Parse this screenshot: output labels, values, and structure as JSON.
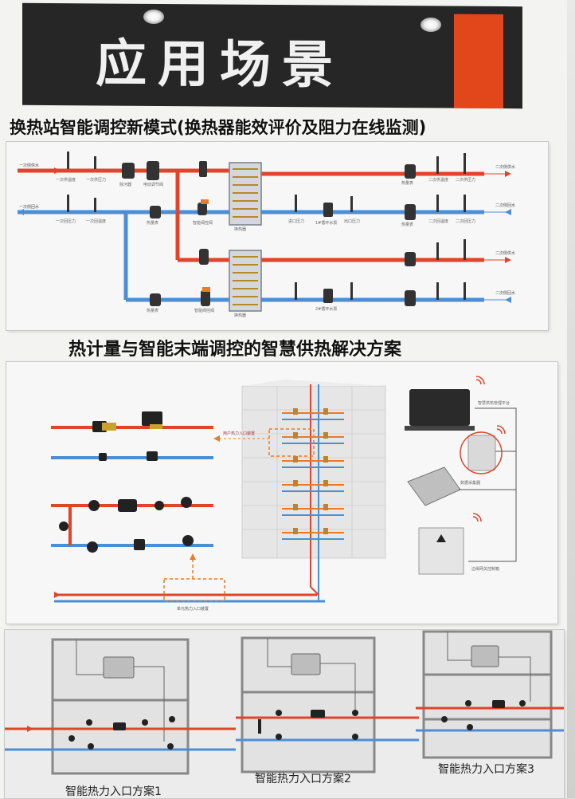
{
  "banner": {
    "title": "应用场景"
  },
  "section1": {
    "title": "换热站智能调控新模式(换热器能效评价及阻力在线监测)",
    "labels": {
      "primary_supply": "一次侧供水",
      "primary_return": "一次侧回水",
      "secondary_supply_1": "二次侧供水",
      "secondary_return_1": "二次侧回水",
      "secondary_supply_2": "二次侧供水",
      "secondary_return_2": "二次侧回水",
      "heat_exchanger_1": "换热器",
      "heat_exchanger_2": "换热器",
      "valve_1": "电动调节阀",
      "valve_2": "智能阀控阀",
      "valve_3": "智能阀控阀",
      "filter": "除污器",
      "pump_1": "1#循环水泵",
      "pump_2": "2#循环水泵",
      "pressure_1": "进口压力",
      "pressure_2": "出口压力",
      "thermo_1": "热量表",
      "thermo_2": "热量表",
      "thermo_3": "热量表",
      "thermo_4": "热量表",
      "sensor_1": "一次供温度",
      "sensor_2": "一次供压力",
      "sensor_3": "一次回压力",
      "sensor_4": "一次回温度",
      "sensor_5": "二次供温度",
      "sensor_6": "二次供压力",
      "sensor_7": "二次回温度",
      "sensor_8": "二次回压力"
    }
  },
  "section2": {
    "title": "热计量与智能末端调控的智慧供热解决方案",
    "labels": {
      "household_entry": "用户热力入口装置",
      "unit_entry": "单元热力入口装置",
      "platform": "智慧供热管理平台",
      "collector": "数据采集器",
      "controller": "边缘网关控制箱"
    }
  },
  "section3": {
    "schemes": [
      {
        "label": "智能热力入口方案1"
      },
      {
        "label": "智能热力入口方案2"
      },
      {
        "label": "智能热力入口方案3"
      }
    ]
  },
  "colors": {
    "banner_bg": "#262626",
    "banner_accent": "#e1471a",
    "pipe_red": "#e0442a",
    "pipe_blue": "#4a8fd6",
    "pipe_orange": "#e87a2b"
  }
}
